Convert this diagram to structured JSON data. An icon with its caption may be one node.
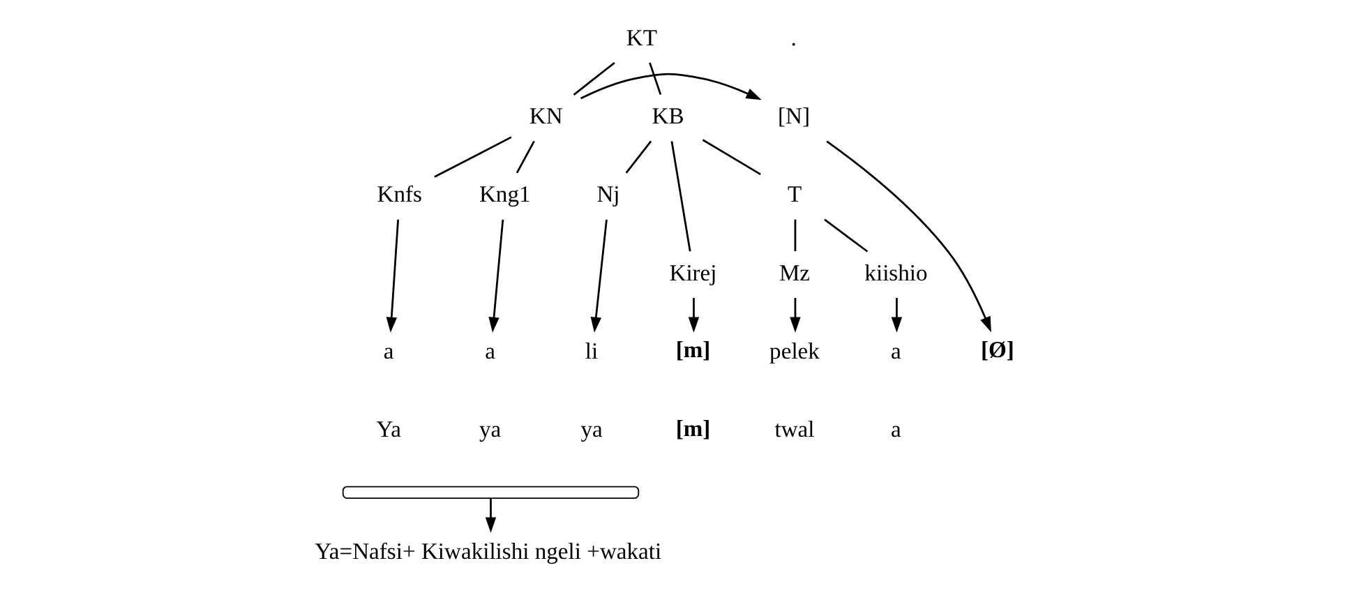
{
  "diagram": {
    "nodes": [
      {
        "text": [
          "KT"
        ]
      },
      {
        "text": [
          "[N]"
        ]
      },
      {
        "text": [
          "KN"
        ]
      },
      {
        "text": [
          "KB"
        ]
      },
      {
        "text": [
          "Knfs"
        ]
      },
      {
        "text": [
          "Kng1"
        ]
      },
      {
        "text": [
          "Nj"
        ]
      },
      {
        "text": [
          "T"
        ]
      },
      {
        "text": [
          "Kirej"
        ]
      },
      {
        "text": [
          "Mz"
        ]
      },
      {
        "text": [
          "kiishio"
        ]
      },
      {
        "text": [
          "[Ø]"
        ]
      },
      {
        "text": [
          "a"
        ]
      },
      {
        "text": [
          "a"
        ]
      },
      {
        "text": [
          "li"
        ]
      },
      {
        "text": [
          "[m]"
        ]
      },
      {
        "text": [
          "pelek"
        ]
      },
      {
        "text": [
          "a"
        ]
      },
      {
        "text": [],
        "shape": "bracket"
      },
      {
        "text": [
          "Ya=Nafsi+ Kiwakilishi ngeli +wakati"
        ]
      }
    ],
    "edges": [
      {
        "from": 0,
        "to": 2,
        "arrow": "none"
      },
      {
        "from": 0,
        "to": 3,
        "arrow": "none"
      },
      {
        "from": 2,
        "to": 1,
        "arrow": "to"
      },
      {
        "from": 2,
        "to": 4,
        "arrow": "none"
      },
      {
        "from": 2,
        "to": 5,
        "arrow": "none"
      },
      {
        "from": 3,
        "to": 6,
        "arrow": "none"
      },
      {
        "from": 3,
        "to": 8,
        "arrow": "none"
      },
      {
        "from": 3,
        "to": 7,
        "arrow": "none"
      },
      {
        "from": 7,
        "to": 9,
        "arrow": "none"
      },
      {
        "from": 7,
        "to": 10,
        "arrow": "none"
      },
      {
        "from": 1,
        "to": 11,
        "arrow": "to"
      },
      {
        "from": 4,
        "to": 12,
        "arrow": "to"
      },
      {
        "from": 5,
        "to": 13,
        "arrow": "to"
      },
      {
        "from": 6,
        "to": 14,
        "arrow": "to"
      },
      {
        "from": 8,
        "to": 15,
        "arrow": "to"
      },
      {
        "from": 9,
        "to": 16,
        "arrow": "to"
      },
      {
        "from": 10,
        "to": 17,
        "arrow": "to"
      },
      {
        "from": 18,
        "to": 19,
        "arrow": "to"
      }
    ],
    "labels": [
      ".",
      "Ya",
      "ya",
      "ya",
      "[m]",
      "twal",
      "a"
    ]
  }
}
